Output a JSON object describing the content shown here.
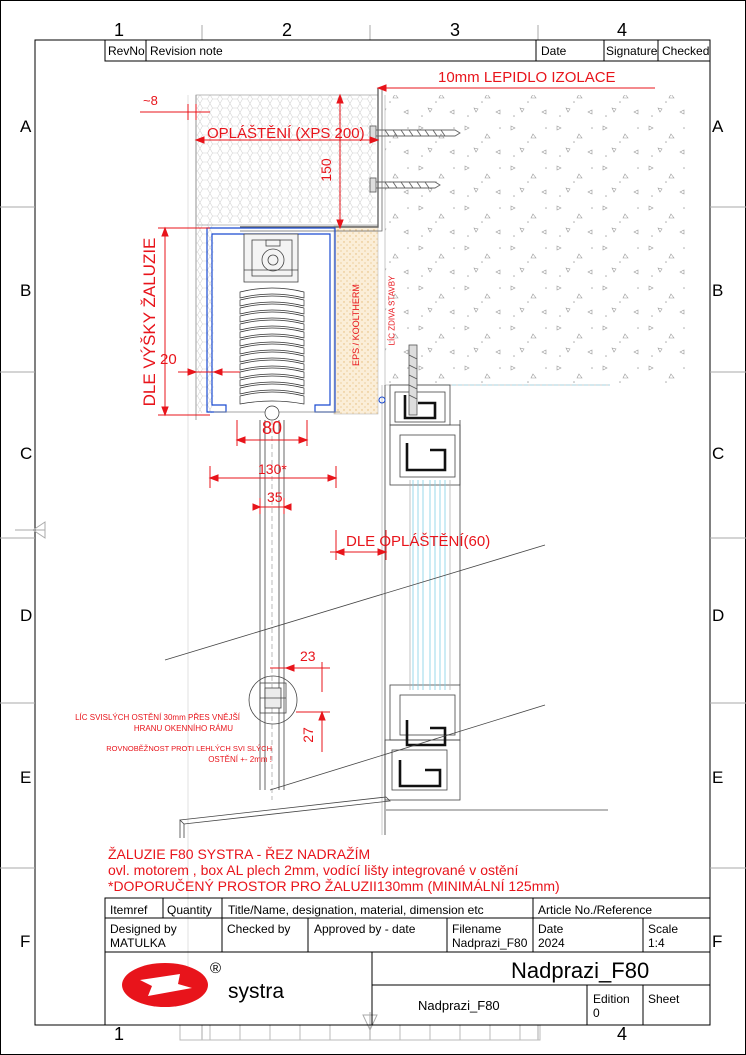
{
  "border": {
    "col_numbers_top": [
      "1",
      "2",
      "3",
      "4"
    ],
    "col_numbers_bottom": [
      "1",
      "4"
    ],
    "row_letters": [
      "A",
      "B",
      "C",
      "D",
      "E",
      "F"
    ]
  },
  "revision": {
    "rev_no": "RevNo",
    "note": "Revision note",
    "date": "Date",
    "signature": "Signature",
    "checked": "Checked"
  },
  "drawing": {
    "glue_label": "10mm  LEPIDLO IZOLACE",
    "approx_8": "~8",
    "cladding_xps": "OPLÁŠTĚNÍ (XPS 200)",
    "dim_150": "150",
    "height_label": "DLE VÝŠKY ŽALUZIE",
    "dim_20": "20",
    "eps_label": "EPS  /  KOOLTHERM",
    "wall_label": "LÍC ZDIVA STAVBY",
    "dim_80": "80",
    "dim_130": "130*",
    "dim_35": "35",
    "cladding_60": "DLE OPLÁŠTĚNÍ(60)",
    "dim_23": "23",
    "dim_27": "27",
    "note_reveal_1": "LÍC SVISLÝCH OSTĚNÍ 30mm PŘES VNĚJŠÍ",
    "note_reveal_2": "HRANU OKENNÍHO  RÁMU",
    "note_planar_1": "ROVNOBĚŽNOST  PROTI LEHLÝCH  SVI SLÝCH",
    "note_planar_2": "OSTĚNÍ +- 2mm !"
  },
  "description": {
    "title": "ŽALUZIE F80 SYSTRA - ŘEZ NADRAŽÍM",
    "line1": "ovl. motorem , box AL plech 2mm, vodící lišty integrované v ostění",
    "line2": "*DOPORUČENÝ PROSTOR PRO ŽALUZII130mm (MINIMÁLNÍ 125mm)"
  },
  "title_block": {
    "itemref": "Itemref",
    "quantity": "Quantity",
    "title_name": "Title/Name, designation, material, dimension etc",
    "article": "Article No./Reference",
    "designed_by_label": "Designed by",
    "designed_by": "MATULKA",
    "checked_by": "Checked by",
    "approved_by": "Approved by - date",
    "filename_label": "Filename",
    "filename": "Nadprazi_F80",
    "date_label": "Date",
    "date": "2024",
    "scale_label": "Scale",
    "scale": "1:4",
    "drawing_title": "Nadprazi_F80",
    "drawing_name": "Nadprazi_F80",
    "edition_label": "Edition",
    "edition": "0",
    "sheet_label": "Sheet",
    "logo_text": "systra",
    "logo_reg": "®"
  },
  "colors": {
    "accent_red": "#e8141b",
    "line_grey": "#9a9a9a",
    "glass_cyan": "#7fd0e6"
  }
}
